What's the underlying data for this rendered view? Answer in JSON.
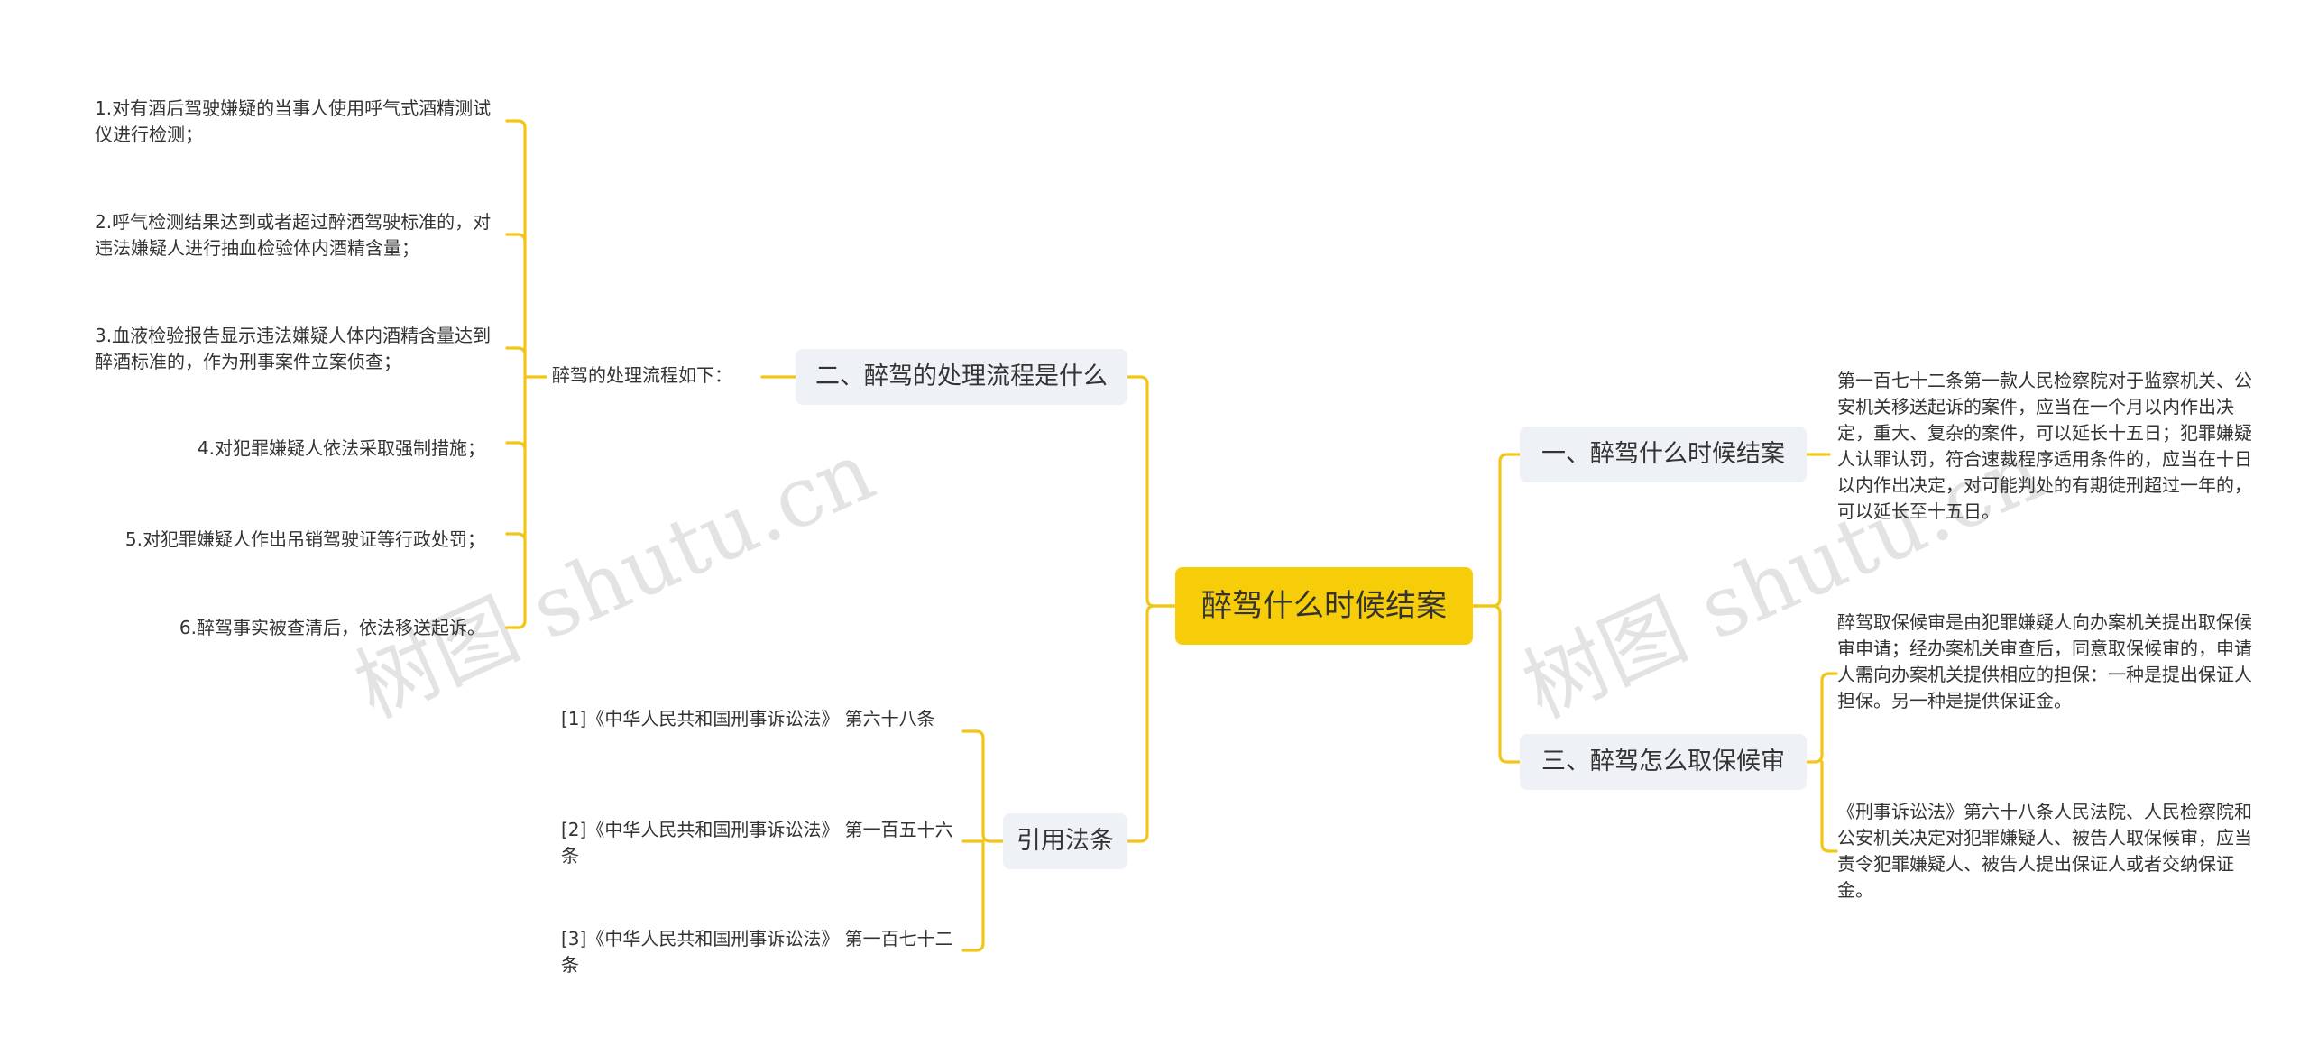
{
  "watermarks": [
    "树图 shutu.cn",
    "树图 shutu.cn"
  ],
  "root": {
    "label": "醉驾什么时候结案"
  },
  "branches": {
    "process": {
      "label": "二、醉驾的处理流程是什么"
    },
    "process_intro": {
      "label": "醉驾的处理流程如下："
    },
    "law": {
      "label": "引用法条"
    },
    "closing": {
      "label": "一、醉驾什么时候结案"
    },
    "bail": {
      "label": "三、醉驾怎么取保候审"
    }
  },
  "process_steps": [
    "1.对有酒后驾驶嫌疑的当事人使用呼气式酒精测试仪进行检测；",
    "2.呼气检测结果达到或者超过醉酒驾驶标准的，对违法嫌疑人进行抽血检验体内酒精含量；",
    "3.血液检验报告显示违法嫌疑人体内酒精含量达到醉酒标准的，作为刑事案件立案侦查；",
    "4.对犯罪嫌疑人依法采取强制措施；",
    "5.对犯罪嫌疑人作出吊销驾驶证等行政处罚；",
    "6.醉驾事实被查清后，依法移送起诉。"
  ],
  "law_refs": [
    "[1]《中华人民共和国刑事诉讼法》 第六十八条",
    "[2]《中华人民共和国刑事诉讼法》 第一百五十六条",
    "[3]《中华人民共和国刑事诉讼法》 第一百七十二条"
  ],
  "closing_text": "第一百七十二条第一款人民检察院对于监察机关、公安机关移送起诉的案件，应当在一个月以内作出决定，重大、复杂的案件，可以延长十五日；犯罪嫌疑人认罪认罚，符合速裁程序适用条件的，应当在十日以内作出决定，对可能判处的有期徒刑超过一年的，可以延长至十五日。",
  "bail_texts": [
    "醉驾取保候审是由犯罪嫌疑人向办案机关提出取保候审申请；经办案机关审查后，同意取保候审的，申请人需向办案机关提供相应的担保：一种是提出保证人担保。另一种是提供保证金。",
    "《刑事诉讼法》第六十八条人民法院、人民检察院和公安机关决定对犯罪嫌疑人、被告人取保候审，应当责令犯罪嫌疑人、被告人提出保证人或者交纳保证金。"
  ],
  "colors": {
    "connector": "#f2c618",
    "root": "#f7cd0a",
    "branch": "#eef1f5",
    "text": "#333333"
  }
}
